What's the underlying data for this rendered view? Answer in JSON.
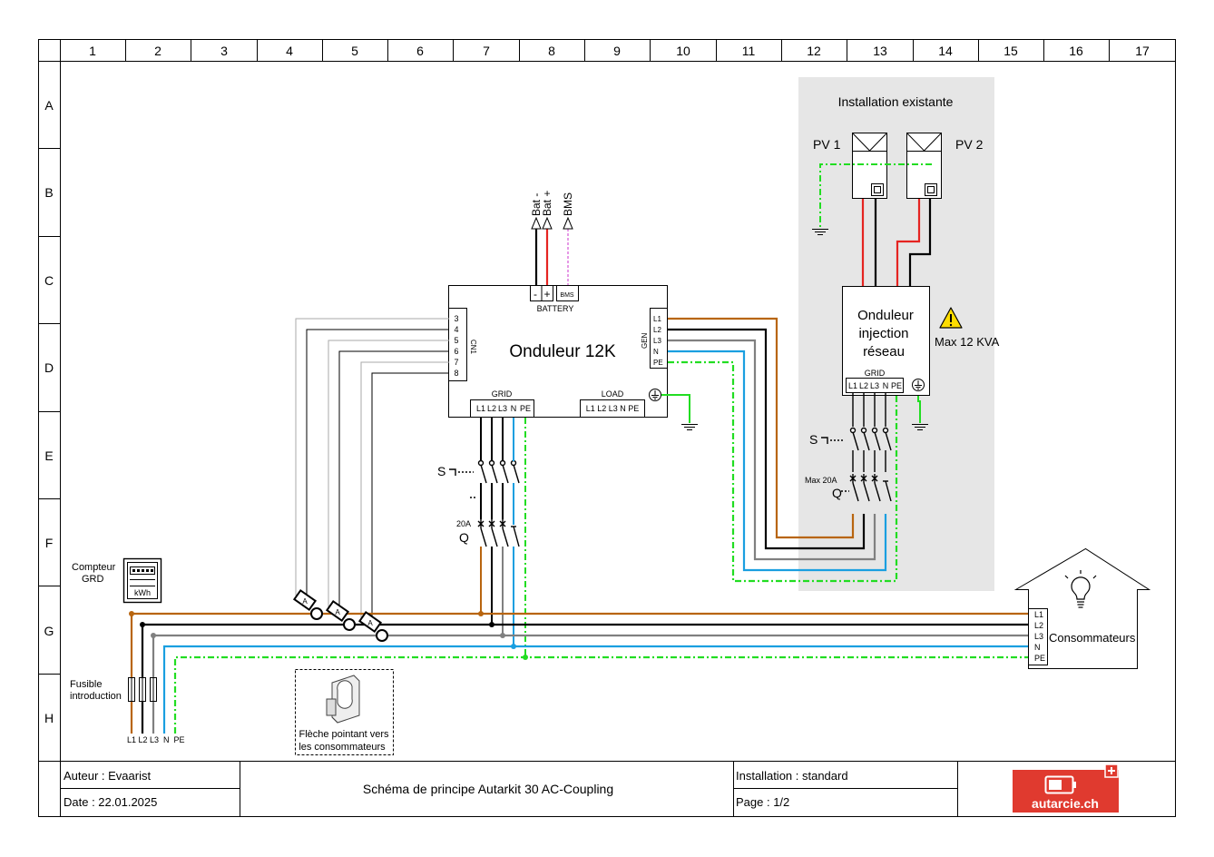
{
  "grid": {
    "columns": [
      "1",
      "2",
      "3",
      "4",
      "5",
      "6",
      "7",
      "8",
      "9",
      "10",
      "11",
      "12",
      "13",
      "14",
      "15",
      "16",
      "17"
    ],
    "rows": [
      "A",
      "B",
      "C",
      "D",
      "E",
      "F",
      "G",
      "H"
    ]
  },
  "existing_installation": {
    "title": "Installation existante",
    "pv1_label": "PV 1",
    "pv2_label": "PV 2",
    "inverter_label_line1": "Onduleur",
    "inverter_label_line2": "injection",
    "inverter_label_line3": "réseau",
    "grid_label": "GRID",
    "grid_terminals": [
      "L1",
      "L2",
      "L3",
      "N",
      "PE"
    ],
    "warning_text": "Max 12 KVA",
    "switch_label": "S",
    "breaker_rating": "Max 20A",
    "breaker_label": "Q"
  },
  "main_inverter": {
    "title": "Onduleur 12K",
    "battery_label": "BATTERY",
    "battery_terminals": [
      "-",
      "+"
    ],
    "bms_label": "BMS",
    "bat_minus": "Bat -",
    "bat_plus": "Bat +",
    "bms_arrow": "BMS",
    "cn1_label": "CN1",
    "cn1_pins": [
      "3",
      "4",
      "5",
      "6",
      "7",
      "8"
    ],
    "gen_label": "GEN",
    "gen_terminals": [
      "L1",
      "L2",
      "L3",
      "N",
      "PE"
    ],
    "grid_label": "GRID",
    "grid_terminals": [
      "L1",
      "L2",
      "L3",
      "N",
      "PE"
    ],
    "load_label": "LOAD",
    "load_terminals": "L1 L2 L3 N PE",
    "switch_label": "S",
    "breaker_rating": "20A",
    "breaker_label": "Q"
  },
  "meter": {
    "label_line1": "Compteur",
    "label_line2": "GRD",
    "unit": "kWh"
  },
  "fuse": {
    "label_line1": "Fusible",
    "label_line2": "introduction",
    "terminals": "L1 L2 L3  N  PE"
  },
  "ct_sensor": {
    "letter": "A",
    "caption_line1": "Flèche pointant vers",
    "caption_line2": "les consommateurs"
  },
  "consumers": {
    "label": "Consommateurs",
    "terminals": [
      "L1",
      "L2",
      "L3",
      "N",
      "PE"
    ]
  },
  "title_block": {
    "author": "Auteur : Evaarist",
    "date": "Date : 22.01.2025",
    "title": "Schéma de principe Autarkit 30 AC-Coupling",
    "installation": "Installation : standard",
    "page": "Page : 1/2",
    "brand": "autarcie.ch"
  },
  "colors": {
    "l1": "#b8650f",
    "l2": "#000000",
    "l3": "#808080",
    "n": "#1a9fe0",
    "pe": "#22dd22",
    "dc_plus": "#e52421",
    "bms": "#cc33cc",
    "shade": "#e6e6e6",
    "brand": "#e03a2f",
    "warning": "#ffdd00"
  }
}
